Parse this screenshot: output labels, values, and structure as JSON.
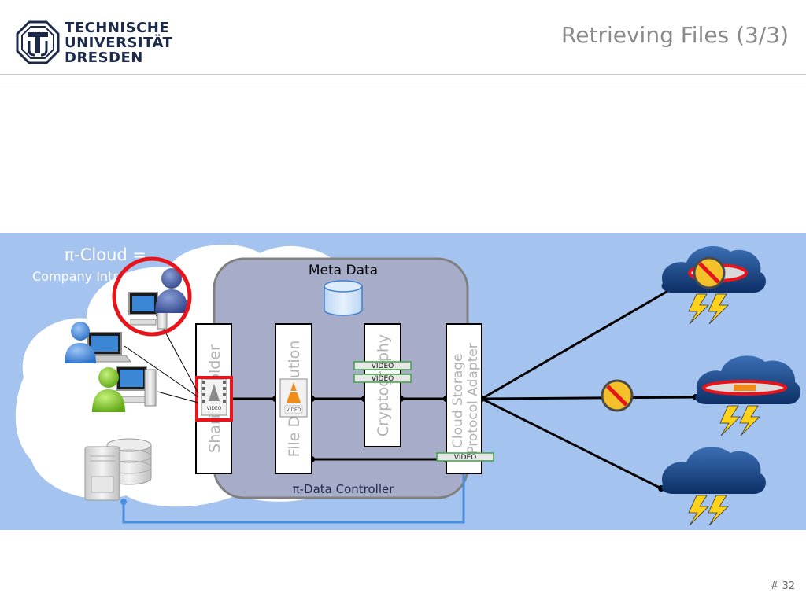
{
  "header": {
    "logo_lines": [
      "TECHNISCHE",
      "UNIVERSITÄT",
      "DRESDEN"
    ],
    "title": "Retrieving Files (3/3)"
  },
  "cloud_label": {
    "title": "π-Cloud =",
    "subtitle": "Company Intranet"
  },
  "controller": {
    "meta_data_label": "Meta Data",
    "label": "π-Data Controller"
  },
  "modules": [
    {
      "label": "Sharing Folder"
    },
    {
      "label": "File Distribution"
    },
    {
      "label": "Cryptography"
    },
    {
      "label": "Cloud Storage Protocol Adapter"
    }
  ],
  "video_tag": "VIDEO",
  "colors": {
    "band": "#a4c3ee",
    "controller_fill": "#a7adc9",
    "highlight_red": "#e8141c",
    "connector_blue": "#4a8ee0"
  },
  "footer": {
    "slide_number": "# 32"
  }
}
